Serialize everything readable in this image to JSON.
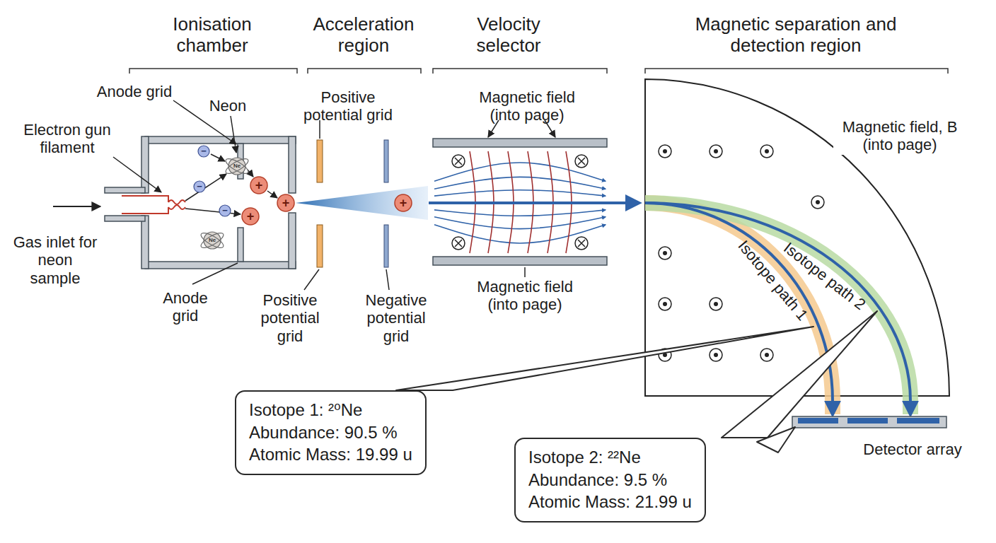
{
  "diagram": {
    "nodes": [
      {
        "text": [
          "Isotope 1: ²⁰Ne",
          "Abundance: 90.5 %",
          "Atomic Mass: 19.99 u"
        ]
      },
      {
        "text": [
          "Isotope 2: ²²Ne",
          "Abundance: 9.5 %",
          "Atomic Mass: 21.99 u"
        ]
      }
    ],
    "labels": [
      "Ionisation chamber",
      "Acceleration region",
      "Velocity selector",
      "Magnetic separation and detection region",
      "Anode grid",
      "Neon",
      "Electron gun filament",
      "Gas inlet for neon sample",
      "Anode grid",
      "Positive potential grid",
      "Positive potential grid",
      "Negative potential grid",
      "Magnetic field (into page)",
      "Magnetic field (into page)",
      "Magnetic field, B (into page)",
      "Isotope path 1",
      "Isotope path 2",
      "Detector array",
      "+",
      "+",
      "+",
      "+",
      "−",
      "−",
      "−",
      "Ne",
      "Ne"
    ]
  }
}
